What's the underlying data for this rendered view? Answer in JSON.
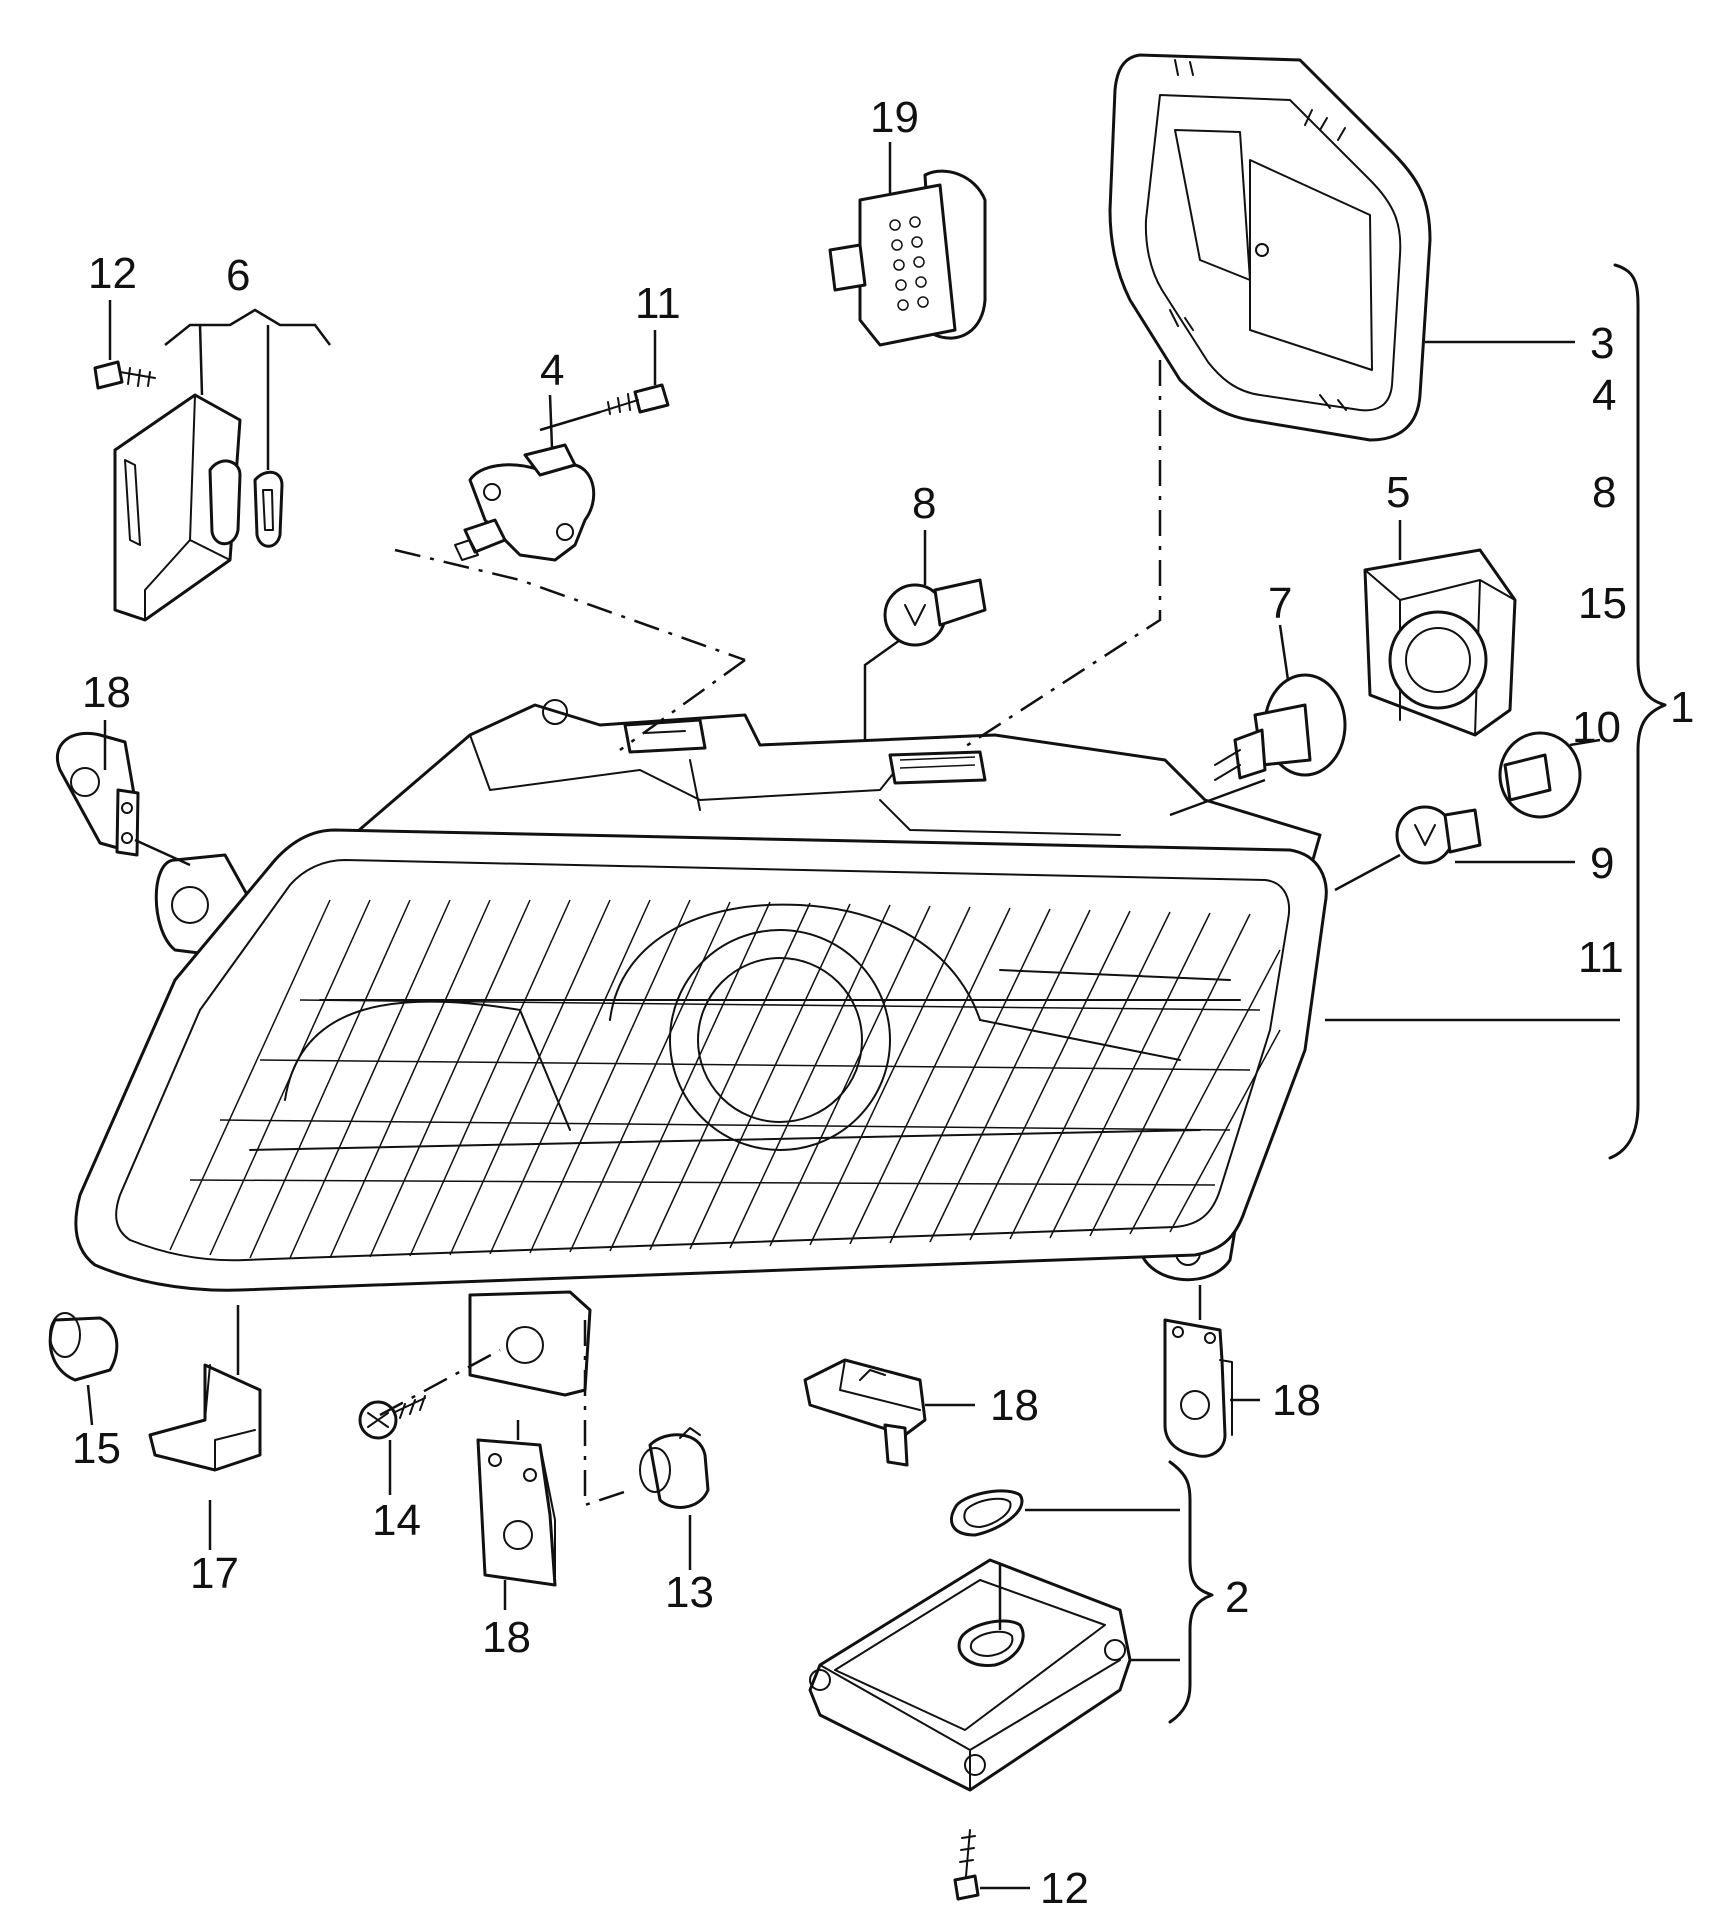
{
  "callouts": {
    "p1": "1",
    "p2": "2",
    "p3": "3",
    "p4_top": "4",
    "p4_list": "4",
    "p5": "5",
    "p6": "6",
    "p7": "7",
    "p8_top": "8",
    "p8_list": "8",
    "p9": "9",
    "p10": "10",
    "p11_top": "11",
    "p11_list": "11",
    "p12_top": "12",
    "p12_bottom": "12",
    "p13": "13",
    "p14": "14",
    "p15_list": "15",
    "p15_bottom": "15",
    "p17": "17",
    "p18_left": "18",
    "p18_mid": "18",
    "p18_bottom": "18",
    "p18_right": "18",
    "p19": "19"
  }
}
